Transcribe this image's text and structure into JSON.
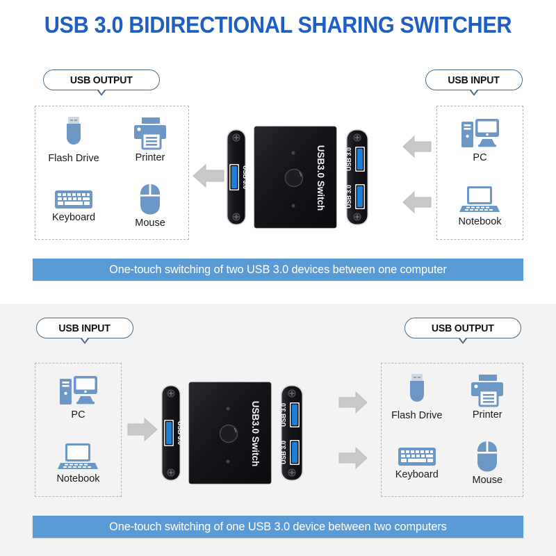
{
  "title": "USB 3.0 BIDIRECTIONAL SHARING SWITCHER",
  "colors": {
    "title_blue": "#1f5fc4",
    "banner_blue": "#5b9bd5",
    "icon_blue": "#6d97c4",
    "arrow_gray": "#c9c9c9",
    "panel_dash": "#b4b4b4",
    "callout_border": "#4a6b88",
    "section_bg_bottom": "#f3f3f3",
    "device_black": "#15161a",
    "usb_port_blue": "#1f7fd4"
  },
  "device": {
    "body_label": "USB3.0 Switch",
    "left_port_label": "USB 3.0",
    "right_port_labels": [
      "USB 3.0",
      "USB 3.0"
    ]
  },
  "sections": [
    {
      "id": "two-devices-one-computer",
      "left_callout": "USB OUTPUT",
      "right_callout": "USB INPUT",
      "left_panel": {
        "items": [
          {
            "label": "Flash Drive",
            "icon": "flash-drive-icon"
          },
          {
            "label": "Printer",
            "icon": "printer-icon"
          },
          {
            "label": "Keyboard",
            "icon": "keyboard-icon"
          },
          {
            "label": "Mouse",
            "icon": "mouse-icon"
          }
        ]
      },
      "right_panel": {
        "items": [
          {
            "label": "PC",
            "icon": "desktop-pc-icon"
          },
          {
            "label": "Notebook",
            "icon": "notebook-icon"
          }
        ]
      },
      "arrows": [
        {
          "name": "arrow-device-to-output",
          "direction": "left"
        },
        {
          "name": "arrow-pc-to-device",
          "direction": "left"
        },
        {
          "name": "arrow-notebook-to-device",
          "direction": "left"
        }
      ],
      "caption": "One-touch switching of two USB 3.0 devices between one computer"
    },
    {
      "id": "one-device-two-computers",
      "left_callout": "USB INPUT",
      "right_callout": "USB OUTPUT",
      "left_panel": {
        "items": [
          {
            "label": "PC",
            "icon": "desktop-pc-icon"
          },
          {
            "label": "Notebook",
            "icon": "notebook-icon"
          }
        ]
      },
      "right_panel": {
        "items": [
          {
            "label": "Flash Drive",
            "icon": "flash-drive-icon"
          },
          {
            "label": "Printer",
            "icon": "printer-icon"
          },
          {
            "label": "Keyboard",
            "icon": "keyboard-icon"
          },
          {
            "label": "Mouse",
            "icon": "mouse-icon"
          }
        ]
      },
      "arrows": [
        {
          "name": "arrow-computers-to-device",
          "direction": "right"
        },
        {
          "name": "arrow-device-to-output-top",
          "direction": "right"
        },
        {
          "name": "arrow-device-to-output-bottom",
          "direction": "right"
        }
      ],
      "caption": "One-touch switching of one USB 3.0 device between two computers"
    }
  ]
}
